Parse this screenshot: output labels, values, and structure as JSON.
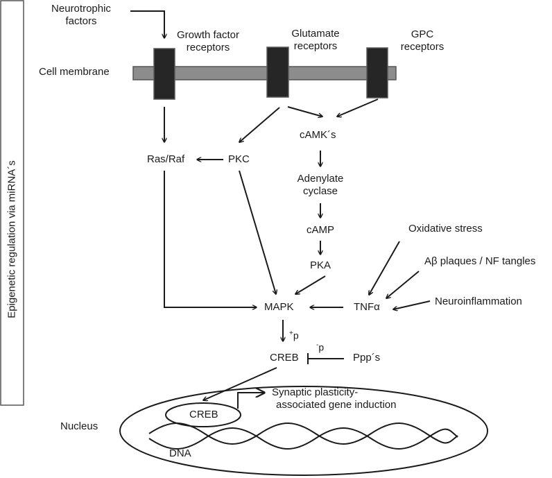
{
  "labels": {
    "neurotrophic": [
      "Neurotrophic",
      "factors"
    ],
    "growth_factor": [
      "Growth factor",
      "receptors"
    ],
    "glutamate": [
      "Glutamate",
      "receptors"
    ],
    "gpc": [
      "GPC",
      "receptors"
    ],
    "cell_membrane": "Cell membrane",
    "ras_raf": "Ras/Raf",
    "pkc": "PKC",
    "camks": "cAMK´s",
    "adenylate_cyclase": [
      "Adenylate",
      "cyclase"
    ],
    "camp": "cAMP",
    "pka": "PKA",
    "oxidative_stress": "Oxidative stress",
    "abeta": "Aβ plaques / NF tangles",
    "neuroinflammation": "Neuroinflammation",
    "tnfa": "TNFα",
    "mapk": "MAPK",
    "plus_p": "+p",
    "minus_p": "-p",
    "creb": "CREB",
    "ppps": "Ppp´s",
    "nucleus": "Nucleus",
    "creb_nucleus": "CREB",
    "synaptic": [
      "Synaptic plasticity-",
      "associated gene induction"
    ],
    "dna": "DNA",
    "epigenetic": "Epigenetic regulation via miRNA´s"
  },
  "colors": {
    "membrane": "#8c8c8c",
    "receptor": "#262626",
    "line": "#1a1a1a"
  }
}
